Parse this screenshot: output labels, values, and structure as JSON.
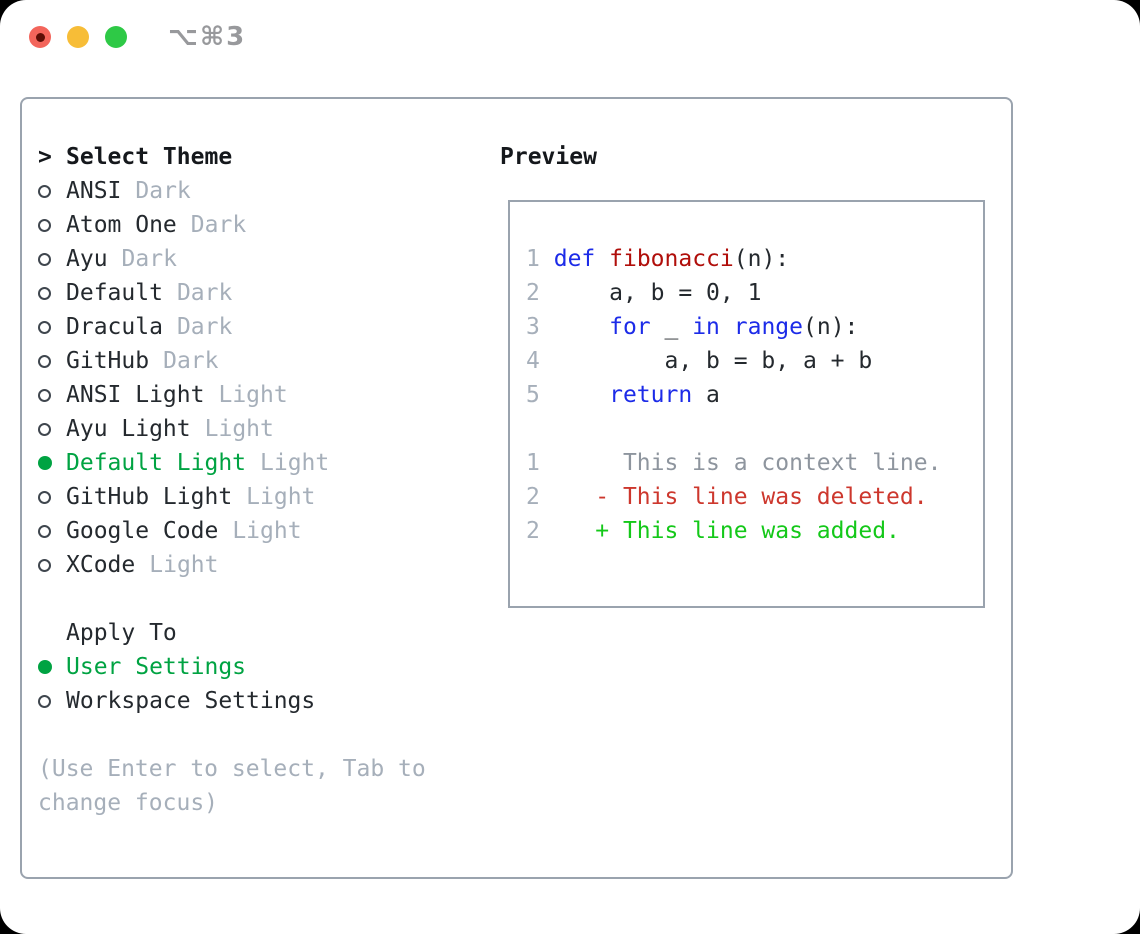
{
  "window": {
    "title": "⌥⌘3",
    "traffic_lights": [
      "close",
      "minimize",
      "zoom"
    ]
  },
  "theme_picker": {
    "prompt": ">",
    "header": "Select Theme",
    "items": [
      {
        "name": "ANSI",
        "tag": "Dark",
        "selected": false
      },
      {
        "name": "Atom One",
        "tag": "Dark",
        "selected": false
      },
      {
        "name": "Ayu",
        "tag": "Dark",
        "selected": false
      },
      {
        "name": "Default",
        "tag": "Dark",
        "selected": false
      },
      {
        "name": "Dracula",
        "tag": "Dark",
        "selected": false
      },
      {
        "name": "GitHub",
        "tag": "Dark",
        "selected": false
      },
      {
        "name": "ANSI Light",
        "tag": "Light",
        "selected": false
      },
      {
        "name": "Ayu Light",
        "tag": "Light",
        "selected": false
      },
      {
        "name": "Default Light",
        "tag": "Light",
        "selected": true
      },
      {
        "name": "GitHub Light",
        "tag": "Light",
        "selected": false
      },
      {
        "name": "Google Code",
        "tag": "Light",
        "selected": false
      },
      {
        "name": "XCode",
        "tag": "Light",
        "selected": false
      }
    ],
    "apply_to": {
      "header": "Apply To",
      "options": [
        {
          "label": "User Settings",
          "selected": true
        },
        {
          "label": "Workspace Settings",
          "selected": false
        }
      ]
    },
    "help_lines": [
      "(Use Enter to select, Tab to",
      "change focus)"
    ]
  },
  "preview": {
    "title": "Preview",
    "lines": [
      {
        "segments": [
          {
            "t": "1",
            "c": "num"
          },
          {
            "t": " ",
            "c": "plain"
          },
          {
            "t": "def",
            "c": "kw"
          },
          {
            "t": " ",
            "c": "plain"
          },
          {
            "t": "fibonacci",
            "c": "fn"
          },
          {
            "t": "(n):",
            "c": "plain"
          }
        ]
      },
      {
        "segments": [
          {
            "t": "2",
            "c": "num"
          },
          {
            "t": "     a, b = 0, 1",
            "c": "plain"
          }
        ]
      },
      {
        "segments": [
          {
            "t": "3",
            "c": "num"
          },
          {
            "t": "     ",
            "c": "plain"
          },
          {
            "t": "for",
            "c": "kw"
          },
          {
            "t": " _ ",
            "c": "plain"
          },
          {
            "t": "in",
            "c": "kw"
          },
          {
            "t": " ",
            "c": "plain"
          },
          {
            "t": "range",
            "c": "kw"
          },
          {
            "t": "(n):",
            "c": "plain"
          }
        ]
      },
      {
        "segments": [
          {
            "t": "4",
            "c": "num"
          },
          {
            "t": "         a, b = b, a + b",
            "c": "plain"
          }
        ]
      },
      {
        "segments": [
          {
            "t": "5",
            "c": "num"
          },
          {
            "t": "     ",
            "c": "plain"
          },
          {
            "t": "return",
            "c": "kw"
          },
          {
            "t": " a",
            "c": "plain"
          }
        ]
      },
      {
        "segments": []
      },
      {
        "segments": [
          {
            "t": "1",
            "c": "num"
          },
          {
            "t": "      This is a context line.",
            "c": "ctx"
          }
        ]
      },
      {
        "segments": [
          {
            "t": "2",
            "c": "num"
          },
          {
            "t": "    - This line was deleted.",
            "c": "del"
          }
        ]
      },
      {
        "segments": [
          {
            "t": "2",
            "c": "num"
          },
          {
            "t": "    + This line was added.",
            "c": "add"
          }
        ]
      }
    ]
  },
  "colors": {
    "accent_green": "#00a342",
    "keyword_blue": "#1c2be8",
    "function_red": "#b00e0a",
    "plain_text": "#24292e",
    "line_number_gray": "#a6afba",
    "context_gray": "#8e959e",
    "deleted_red": "#cd372d",
    "added_green": "#14c819",
    "muted_gray": "#a6afba",
    "border_gray": "#9aa3ae",
    "header_black": "#15181c",
    "radio_ring": "#3f464e",
    "title_gray": "#98999c",
    "traffic_red": "#f3655b",
    "traffic_red_dot": "#5c0e06",
    "traffic_yellow": "#f7bd37",
    "traffic_green": "#2ec946"
  }
}
